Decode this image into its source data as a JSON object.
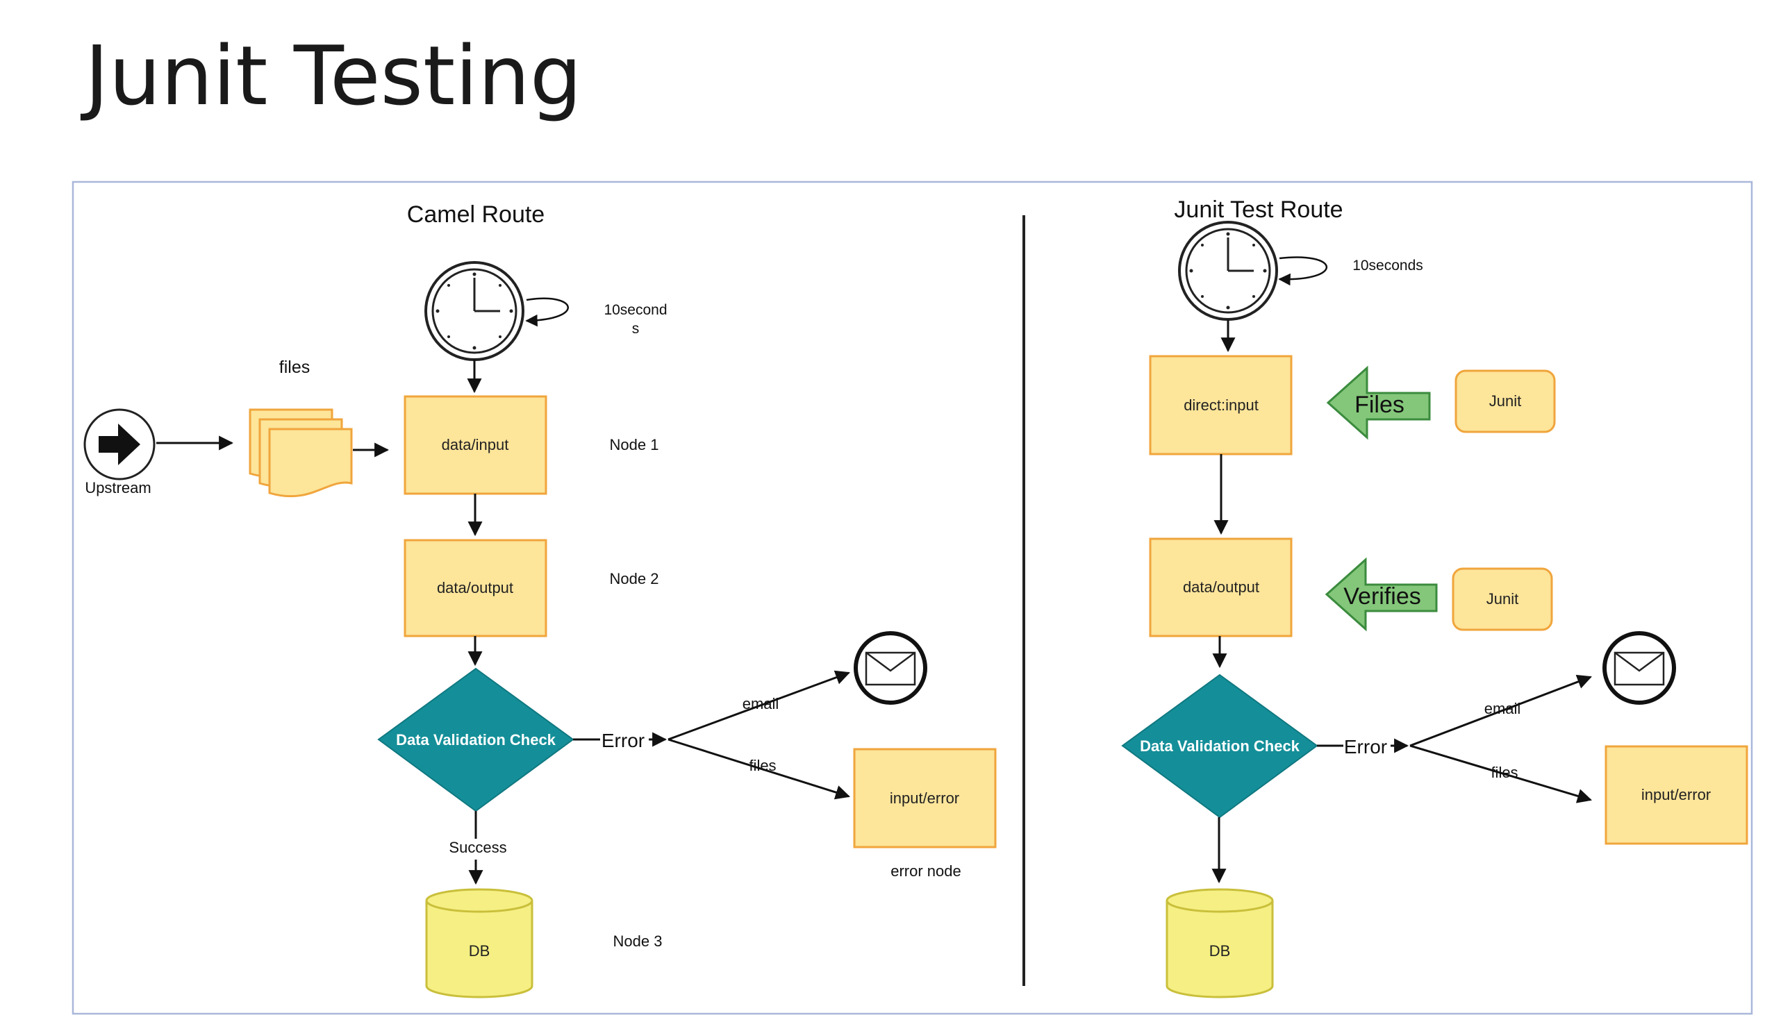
{
  "title": "Junit Testing",
  "colors": {
    "node_fill": "#fde59a",
    "node_stroke": "#f0a53c",
    "decision_fill": "#148f99",
    "db_fill": "#f5ef84",
    "db_stroke": "#c9bf3a",
    "action_fill": "#84c77a",
    "action_stroke": "#3b8b3e",
    "frame_stroke": "#a9b7d9"
  },
  "camel": {
    "heading": "Camel Route",
    "timer_label": "10second s",
    "timer_label_line1": "10second",
    "timer_label_line2": "s",
    "files_label": "files",
    "upstream_label": "Upstream",
    "node1_box": "data/input",
    "node1_caption": "Node 1",
    "node2_box": "data/output",
    "node2_caption": "Node 2",
    "decision": "Data Validation Check",
    "error_label": "Error",
    "email_label": "email",
    "files_branch_label": "files",
    "error_box": "input/error",
    "error_caption": "error node",
    "success_label": "Success",
    "db": "DB",
    "node3_caption": "Node 3"
  },
  "junit": {
    "heading": "Junit Test Route",
    "timer_label": "10seconds",
    "input_box": "direct:input",
    "files_arrow": "Files",
    "junit1": "Junit",
    "output_box": "data/output",
    "verifies_arrow": "Verifies",
    "junit2": "Junit",
    "decision": "Data Validation Check",
    "error_label": "Error",
    "email_label": "email",
    "files_branch_label": "files",
    "error_box": "input/error",
    "db": "DB"
  }
}
